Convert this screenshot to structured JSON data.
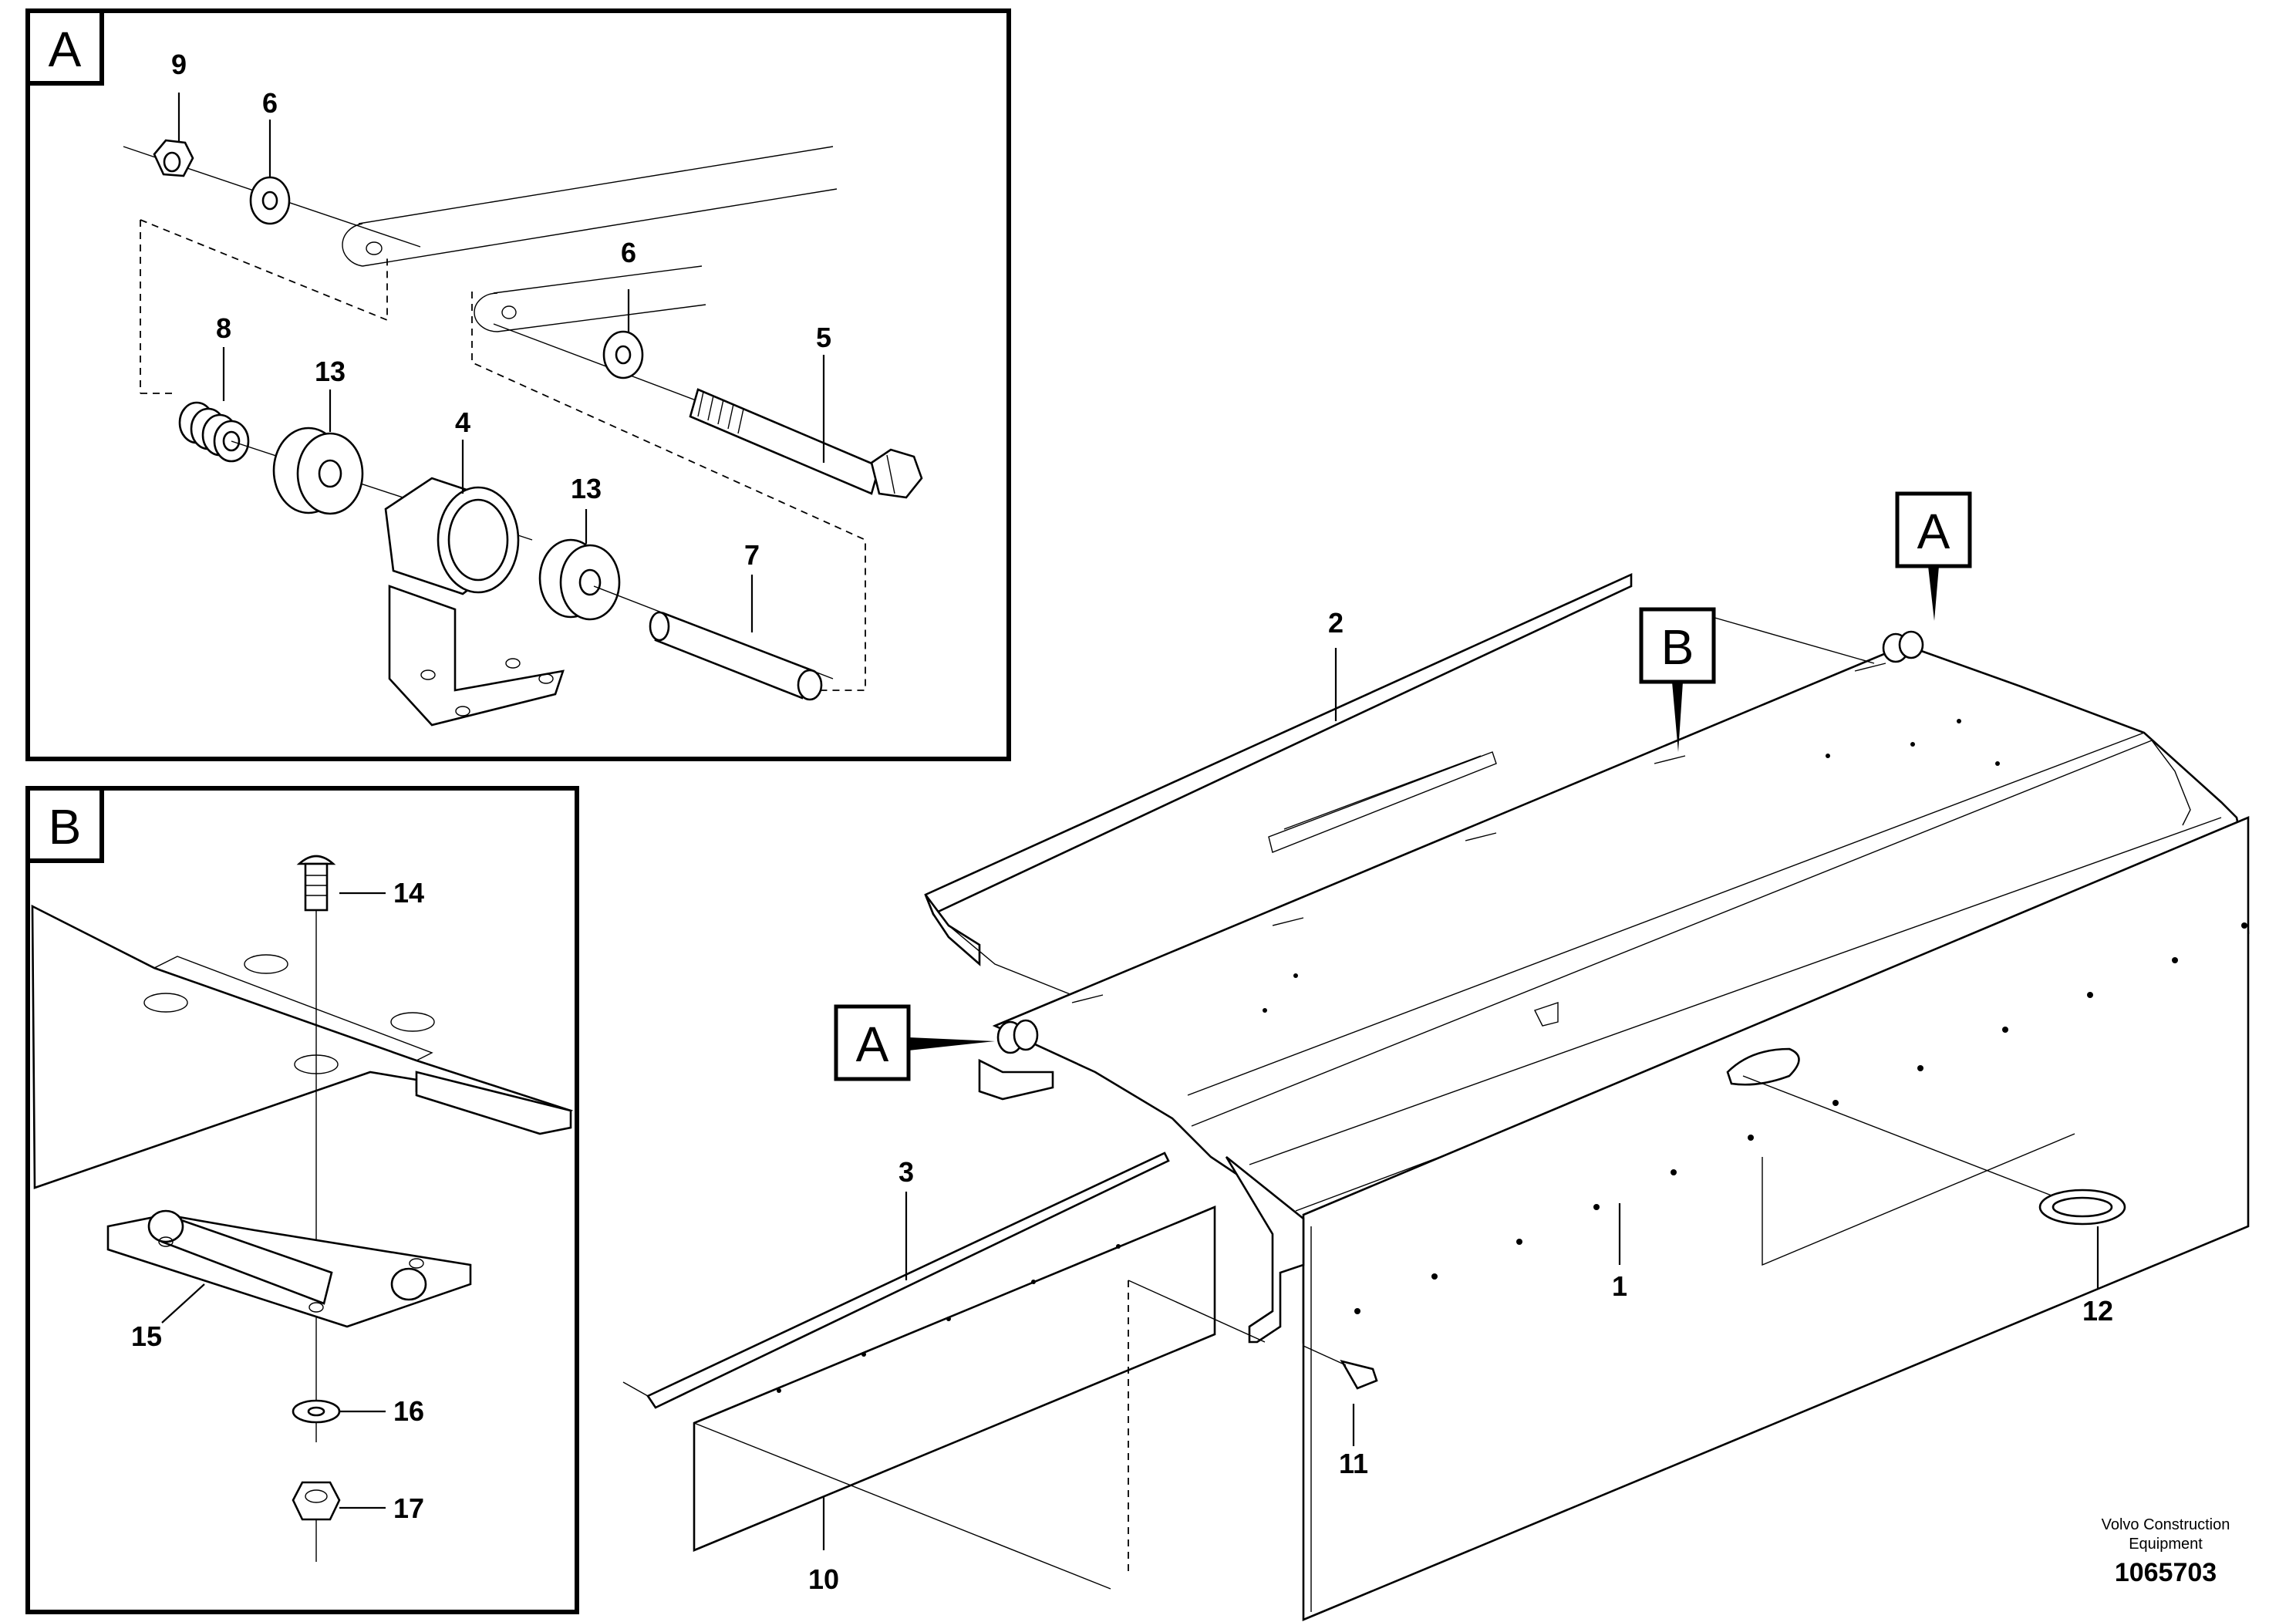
{
  "detail_views": {
    "a": {
      "tag": "A"
    },
    "b": {
      "tag": "B"
    }
  },
  "callouts": {
    "main_a1": "A",
    "main_a2": "A",
    "main_b": "B"
  },
  "part_numbers": {
    "p1": "1",
    "p2": "2",
    "p3": "3",
    "p4": "4",
    "p5": "5",
    "p6a": "6",
    "p6b": "6",
    "p7": "7",
    "p8": "8",
    "p9": "9",
    "p10": "10",
    "p11": "11",
    "p12": "12",
    "p13a": "13",
    "p13b": "13",
    "p14": "14",
    "p15": "15",
    "p16": "16",
    "p17": "17"
  },
  "footer": {
    "company_line1": "Volvo Construction",
    "company_line2": "Equipment",
    "drawing_number": "1065703"
  }
}
